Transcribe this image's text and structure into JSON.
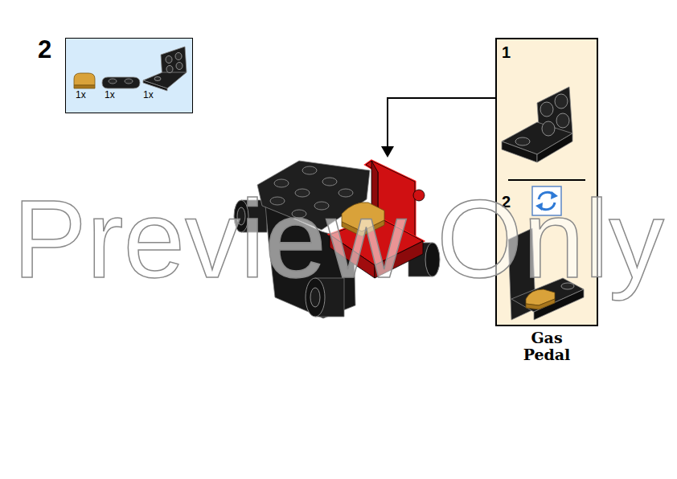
{
  "diagram": {
    "nodes": [
      {
        "text": [
          "1x",
          "1x",
          "1x"
        ]
      },
      {
        "text": [
          "Gas Pedal"
        ]
      },
      {
        "text": [
          "1"
        ],
        "in": 1
      },
      {
        "text": [
          "2"
        ],
        "in": 1
      }
    ],
    "labels": [
      "2",
      "Preview Only"
    ]
  }
}
